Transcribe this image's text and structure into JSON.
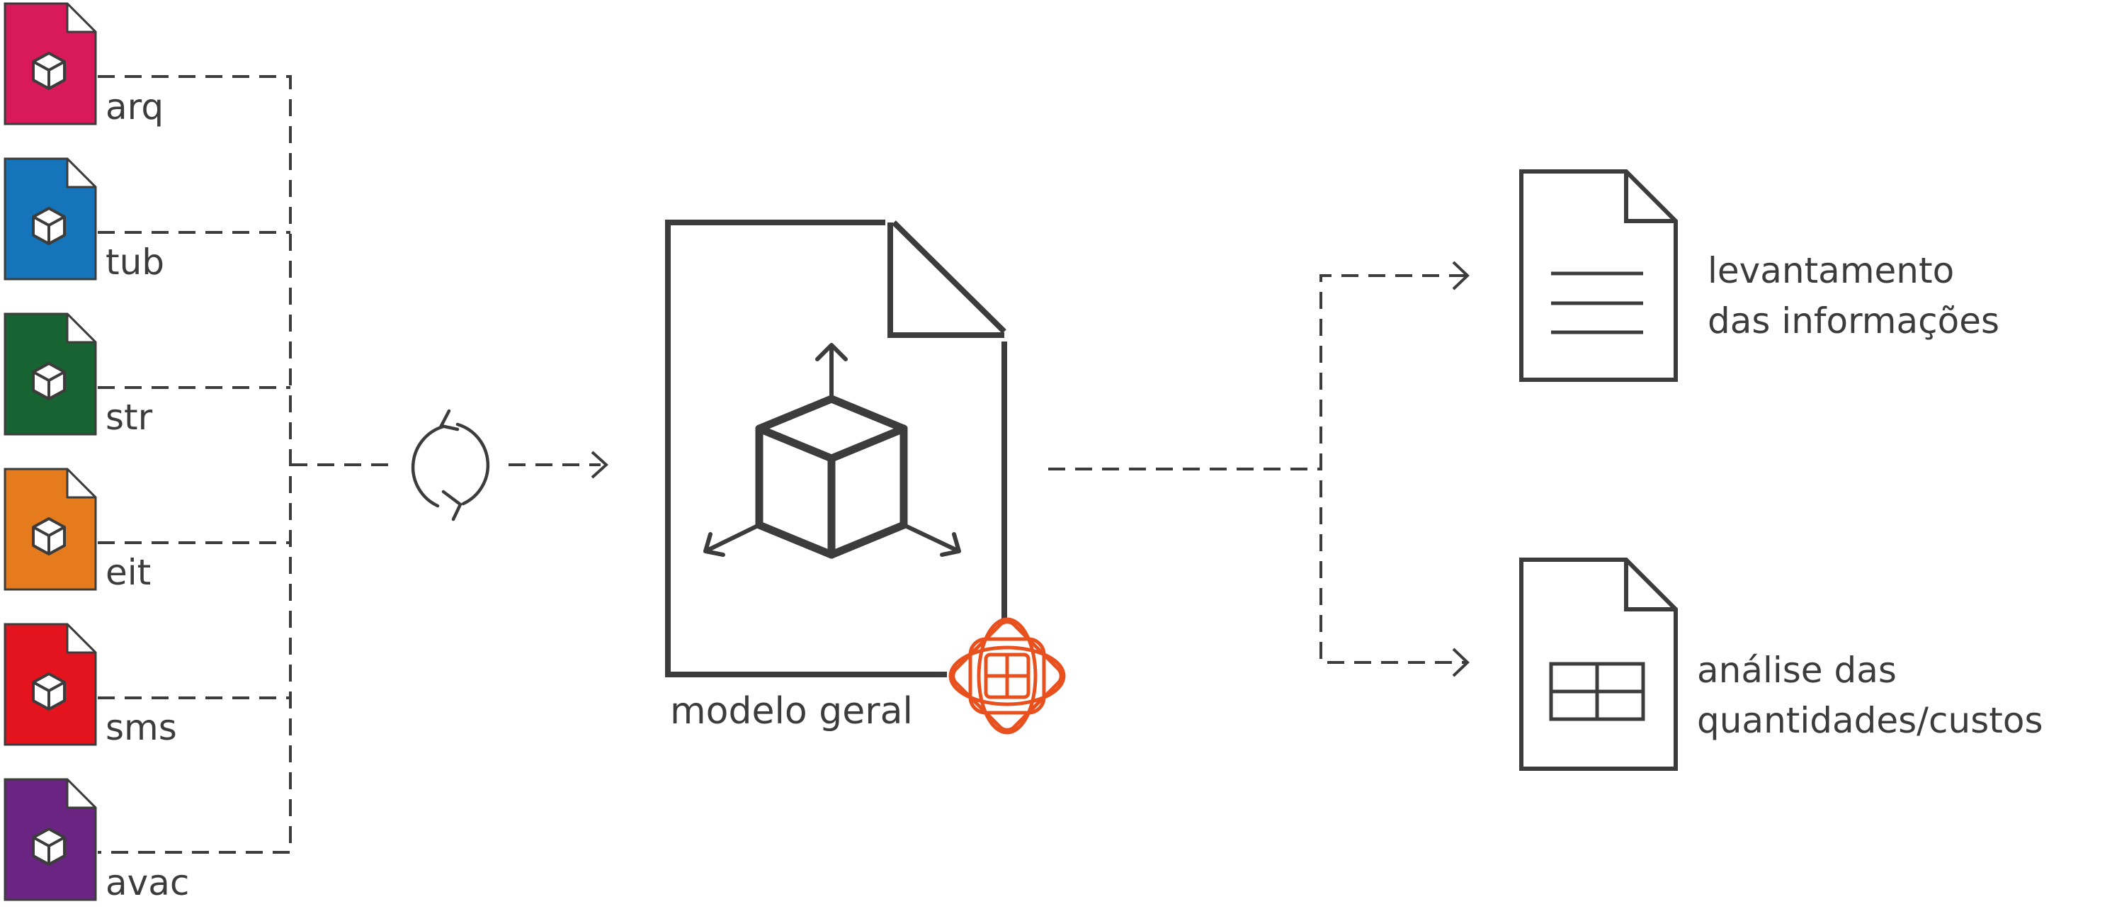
{
  "colors": {
    "stroke": "#3d3c3c",
    "accent": "#e8501e",
    "background": "#ffffff"
  },
  "source_files": [
    {
      "label": "arq",
      "color": "#d8195a",
      "icon": "cube-icon"
    },
    {
      "label": "tub",
      "color": "#1574ba",
      "icon": "cube-icon"
    },
    {
      "label": "str",
      "color": "#176332",
      "icon": "cube-icon"
    },
    {
      "label": "eit",
      "color": "#e57b1c",
      "icon": "cube-icon"
    },
    {
      "label": "sms",
      "color": "#e4141f",
      "icon": "cube-icon"
    },
    {
      "label": "avac",
      "color": "#6a2583",
      "icon": "cube-icon"
    }
  ],
  "sync_icon": "sync-icon",
  "central_model": {
    "label": "modelo geral",
    "icon": "3d-cube-axes-icon",
    "badge_icon": "logo-icon"
  },
  "outputs": [
    {
      "label_lines": [
        "levantamento",
        "das informações"
      ],
      "icon": "text-document-icon"
    },
    {
      "label_lines": [
        "análise das",
        "quantidades/custos"
      ],
      "icon": "table-document-icon"
    }
  ]
}
